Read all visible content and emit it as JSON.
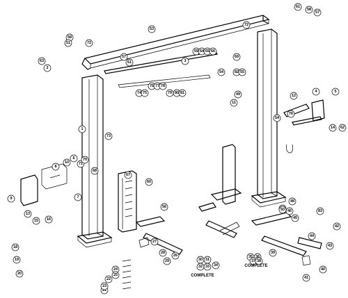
{
  "diagram": {
    "captions": {
      "complete_left": "COMPLETE",
      "complete_right": "COMPLETE"
    },
    "callouts": [
      "61",
      "58",
      "57",
      "72",
      "53",
      "58",
      "51",
      "72",
      "57",
      "61",
      "63",
      "2",
      "3",
      "59",
      "64",
      "65",
      "66",
      "69",
      "54",
      "74",
      "75",
      "76",
      "77",
      "78",
      "79",
      "80",
      "81",
      "82",
      "55",
      "11",
      "12",
      "4",
      "5",
      "54",
      "76",
      "14",
      "62",
      "68",
      "71",
      "10",
      "18",
      "19",
      "20",
      "21",
      "22",
      "23",
      "24",
      "25",
      "26",
      "27",
      "28",
      "29",
      "30",
      "31",
      "32",
      "33",
      "34",
      "35",
      "36",
      "37",
      "38",
      "39",
      "40",
      "41",
      "42",
      "43",
      "44",
      "45",
      "46",
      "47",
      "48",
      "49",
      "50",
      "56",
      "60",
      "67",
      "70",
      "73",
      "83",
      "1",
      "6",
      "7",
      "8",
      "9",
      "13",
      "15",
      "16",
      "17"
    ]
  }
}
